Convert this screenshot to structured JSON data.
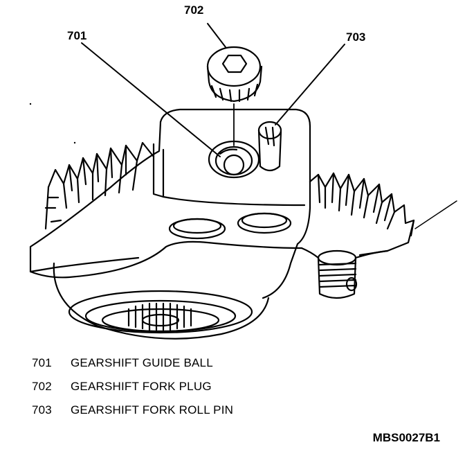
{
  "callouts": {
    "c701": "701",
    "c702": "702",
    "c703": "703"
  },
  "legend": [
    {
      "num": "701",
      "text": "GEARSHIFT GUIDE BALL"
    },
    {
      "num": "702",
      "text": "GEARSHIFT FORK PLUG"
    },
    {
      "num": "703",
      "text": "GEARSHIFT FORK ROLL PIN"
    }
  ],
  "figure_code": "MBS0027B1",
  "colors": {
    "ink": "#000000",
    "paper": "#ffffff"
  }
}
